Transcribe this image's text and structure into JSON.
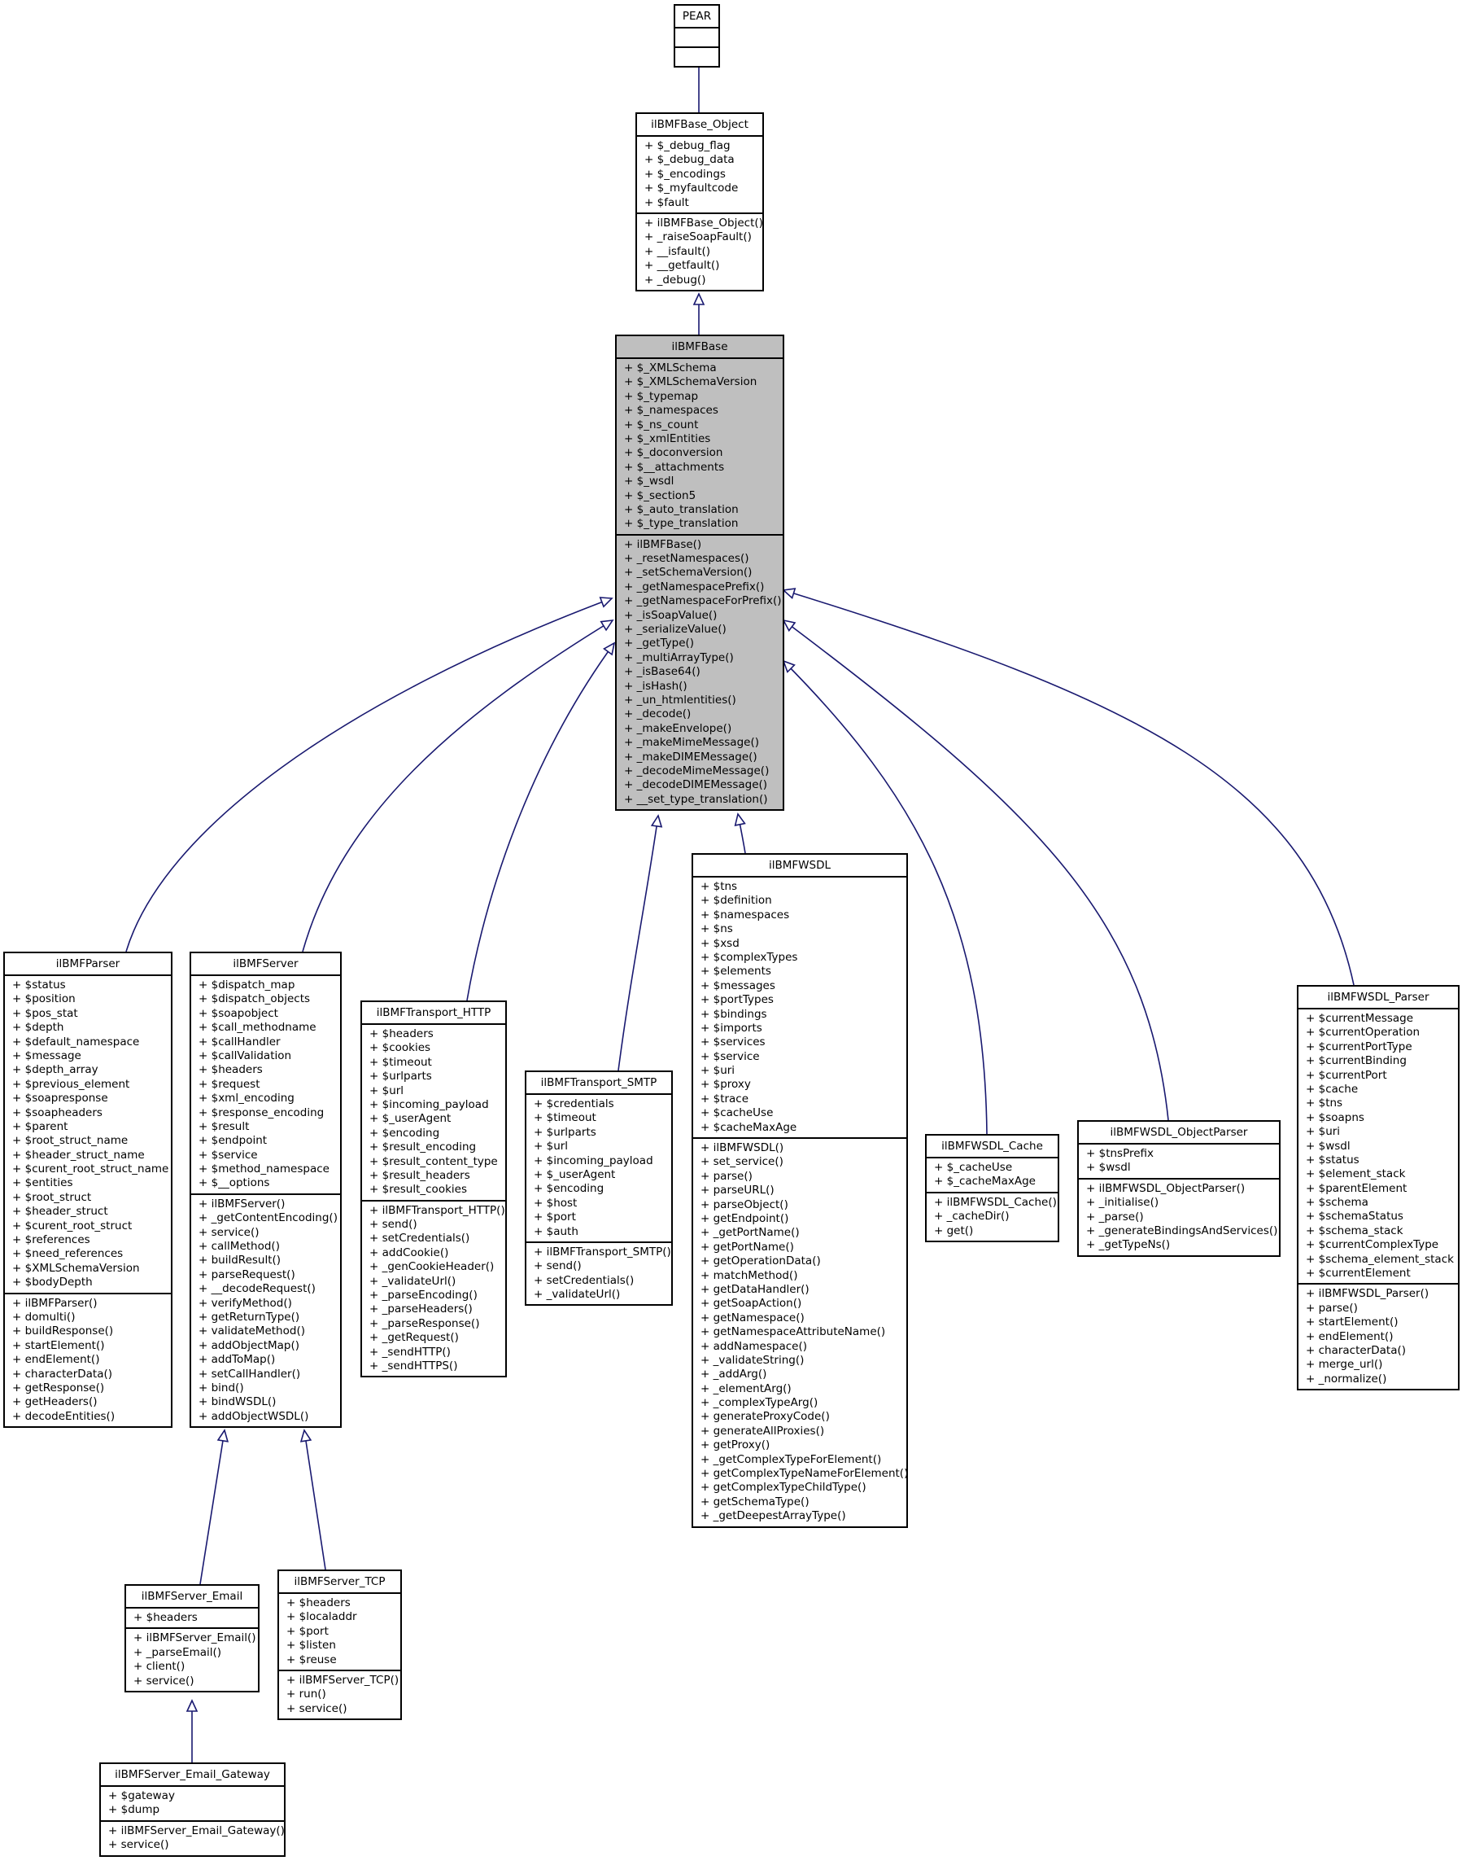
{
  "classes": [
    {
      "id": "pear",
      "name": "PEAR",
      "attributes": [],
      "methods": []
    },
    {
      "id": "base_object",
      "name": "ilBMFBase_Object",
      "attributes": [
        "+ $_debug_flag",
        "+ $_debug_data",
        "+ $_encodings",
        "+ $_myfaultcode",
        "+ $fault"
      ],
      "methods": [
        "+ ilBMFBase_Object()",
        "+ _raiseSoapFault()",
        "+ __isfault()",
        "+ __getfault()",
        "+ _debug()"
      ]
    },
    {
      "id": "base",
      "name": "ilBMFBase",
      "highlight": true,
      "attributes": [
        "+ $_XMLSchema",
        "+ $_XMLSchemaVersion",
        "+ $_typemap",
        "+ $_namespaces",
        "+ $_ns_count",
        "+ $_xmlEntities",
        "+ $_doconversion",
        "+ $__attachments",
        "+ $_wsdl",
        "+ $_section5",
        "+ $_auto_translation",
        "+ $_type_translation"
      ],
      "methods": [
        "+ ilBMFBase()",
        "+ _resetNamespaces()",
        "+ _setSchemaVersion()",
        "+ _getNamespacePrefix()",
        "+ _getNamespaceForPrefix()",
        "+ _isSoapValue()",
        "+ _serializeValue()",
        "+ _getType()",
        "+ _multiArrayType()",
        "+ _isBase64()",
        "+ _isHash()",
        "+ _un_htmlentities()",
        "+ _decode()",
        "+ _makeEnvelope()",
        "+ _makeMimeMessage()",
        "+ _makeDIMEMessage()",
        "+ _decodeMimeMessage()",
        "+ _decodeDIMEMessage()",
        "+ __set_type_translation()"
      ]
    },
    {
      "id": "parser",
      "name": "ilBMFParser",
      "attributes": [
        "+ $status",
        "+ $position",
        "+ $pos_stat",
        "+ $depth",
        "+ $default_namespace",
        "+ $message",
        "+ $depth_array",
        "+ $previous_element",
        "+ $soapresponse",
        "+ $soapheaders",
        "+ $parent",
        "+ $root_struct_name",
        "+ $header_struct_name",
        "+ $curent_root_struct_name",
        "+ $entities",
        "+ $root_struct",
        "+ $header_struct",
        "+ $curent_root_struct",
        "+ $references",
        "+ $need_references",
        "+ $XMLSchemaVersion",
        "+ $bodyDepth"
      ],
      "methods": [
        "+ ilBMFParser()",
        "+ domulti()",
        "+ buildResponse()",
        "+ startElement()",
        "+ endElement()",
        "+ characterData()",
        "+ getResponse()",
        "+ getHeaders()",
        "+ decodeEntities()"
      ]
    },
    {
      "id": "server",
      "name": "ilBMFServer",
      "attributes": [
        "+ $dispatch_map",
        "+ $dispatch_objects",
        "+ $soapobject",
        "+ $call_methodname",
        "+ $callHandler",
        "+ $callValidation",
        "+ $headers",
        "+ $request",
        "+ $xml_encoding",
        "+ $response_encoding",
        "+ $result",
        "+ $endpoint",
        "+ $service",
        "+ $method_namespace",
        "+ $__options"
      ],
      "methods": [
        "+ ilBMFServer()",
        "+ _getContentEncoding()",
        "+ service()",
        "+ callMethod()",
        "+ buildResult()",
        "+ parseRequest()",
        "+ __decodeRequest()",
        "+ verifyMethod()",
        "+ getReturnType()",
        "+ validateMethod()",
        "+ addObjectMap()",
        "+ addToMap()",
        "+ setCallHandler()",
        "+ bind()",
        "+ bindWSDL()",
        "+ addObjectWSDL()"
      ]
    },
    {
      "id": "http",
      "name": "ilBMFTransport_HTTP",
      "attributes": [
        "+ $headers",
        "+ $cookies",
        "+ $timeout",
        "+ $urlparts",
        "+ $url",
        "+ $incoming_payload",
        "+ $_userAgent",
        "+ $encoding",
        "+ $result_encoding",
        "+ $result_content_type",
        "+ $result_headers",
        "+ $result_cookies"
      ],
      "methods": [
        "+ ilBMFTransport_HTTP()",
        "+ send()",
        "+ setCredentials()",
        "+ addCookie()",
        "+ _genCookieHeader()",
        "+ _validateUrl()",
        "+ _parseEncoding()",
        "+ _parseHeaders()",
        "+ _parseResponse()",
        "+ _getRequest()",
        "+ _sendHTTP()",
        "+ _sendHTTPS()"
      ]
    },
    {
      "id": "smtp",
      "name": "ilBMFTransport_SMTP",
      "attributes": [
        "+ $credentials",
        "+ $timeout",
        "+ $urlparts",
        "+ $url",
        "+ $incoming_payload",
        "+ $_userAgent",
        "+ $encoding",
        "+ $host",
        "+ $port",
        "+ $auth"
      ],
      "methods": [
        "+ ilBMFTransport_SMTP()",
        "+ send()",
        "+ setCredentials()",
        "+ _validateUrl()"
      ]
    },
    {
      "id": "wsdl",
      "name": "ilBMFWSDL",
      "attributes": [
        "+ $tns",
        "+ $definition",
        "+ $namespaces",
        "+ $ns",
        "+ $xsd",
        "+ $complexTypes",
        "+ $elements",
        "+ $messages",
        "+ $portTypes",
        "+ $bindings",
        "+ $imports",
        "+ $services",
        "+ $service",
        "+ $uri",
        "+ $proxy",
        "+ $trace",
        "+ $cacheUse",
        "+ $cacheMaxAge"
      ],
      "methods": [
        "+ ilBMFWSDL()",
        "+ set_service()",
        "+ parse()",
        "+ parseURL()",
        "+ parseObject()",
        "+ getEndpoint()",
        "+ _getPortName()",
        "+ getPortName()",
        "+ getOperationData()",
        "+ matchMethod()",
        "+ getDataHandler()",
        "+ getSoapAction()",
        "+ getNamespace()",
        "+ getNamespaceAttributeName()",
        "+ addNamespace()",
        "+ _validateString()",
        "+ _addArg()",
        "+ _elementArg()",
        "+ _complexTypeArg()",
        "+ generateProxyCode()",
        "+ generateAllProxies()",
        "+ getProxy()",
        "+ _getComplexTypeForElement()",
        "+ getComplexTypeNameForElement()",
        "+ getComplexTypeChildType()",
        "+ getSchemaType()",
        "+ _getDeepestArrayType()"
      ]
    },
    {
      "id": "cache",
      "name": "ilBMFWSDL_Cache",
      "attributes": [
        "+ $_cacheUse",
        "+ $_cacheMaxAge"
      ],
      "methods": [
        "+ ilBMFWSDL_Cache()",
        "+ _cacheDir()",
        "+ get()"
      ]
    },
    {
      "id": "objparser",
      "name": "ilBMFWSDL_ObjectParser",
      "attributes": [
        "+ $tnsPrefix",
        "+ $wsdl"
      ],
      "methods": [
        "+ ilBMFWSDL_ObjectParser()",
        "+ _initialise()",
        "+ _parse()",
        "+ _generateBindingsAndServices()",
        "+ _getTypeNs()"
      ]
    },
    {
      "id": "wsdlparser",
      "name": "ilBMFWSDL_Parser",
      "attributes": [
        "+ $currentMessage",
        "+ $currentOperation",
        "+ $currentPortType",
        "+ $currentBinding",
        "+ $currentPort",
        "+ $cache",
        "+ $tns",
        "+ $soapns",
        "+ $uri",
        "+ $wsdl",
        "+ $status",
        "+ $element_stack",
        "+ $parentElement",
        "+ $schema",
        "+ $schemaStatus",
        "+ $schema_stack",
        "+ $currentComplexType",
        "+ $schema_element_stack",
        "+ $currentElement"
      ],
      "methods": [
        "+ ilBMFWSDL_Parser()",
        "+ parse()",
        "+ startElement()",
        "+ endElement()",
        "+ characterData()",
        "+ merge_url()",
        "+ _normalize()"
      ]
    },
    {
      "id": "email",
      "name": "ilBMFServer_Email",
      "attributes": [
        "+ $headers"
      ],
      "methods": [
        "+ ilBMFServer_Email()",
        "+ _parseEmail()",
        "+ client()",
        "+ service()"
      ]
    },
    {
      "id": "tcp",
      "name": "ilBMFServer_TCP",
      "attributes": [
        "+ $headers",
        "+ $localaddr",
        "+ $port",
        "+ $listen",
        "+ $reuse"
      ],
      "methods": [
        "+ ilBMFServer_TCP()",
        "+ run()",
        "+ service()"
      ]
    },
    {
      "id": "gateway",
      "name": "ilBMFServer_Email_Gateway",
      "attributes": [
        "+ $gateway",
        "+ $dump"
      ],
      "methods": [
        "+ ilBMFServer_Email_Gateway()",
        "+ service()"
      ]
    }
  ],
  "inheritance": [
    {
      "child": "base_object",
      "parent": "pear"
    },
    {
      "child": "base",
      "parent": "base_object"
    },
    {
      "child": "parser",
      "parent": "base"
    },
    {
      "child": "server",
      "parent": "base"
    },
    {
      "child": "http",
      "parent": "base"
    },
    {
      "child": "smtp",
      "parent": "base"
    },
    {
      "child": "wsdl",
      "parent": "base"
    },
    {
      "child": "cache",
      "parent": "base"
    },
    {
      "child": "objparser",
      "parent": "base"
    },
    {
      "child": "wsdlparser",
      "parent": "base"
    },
    {
      "child": "email",
      "parent": "server"
    },
    {
      "child": "tcp",
      "parent": "server"
    },
    {
      "child": "gateway",
      "parent": "email"
    }
  ],
  "colors": {
    "edge": "#191970",
    "highlight_fill": "#bfbfbf",
    "border": "#000000"
  }
}
